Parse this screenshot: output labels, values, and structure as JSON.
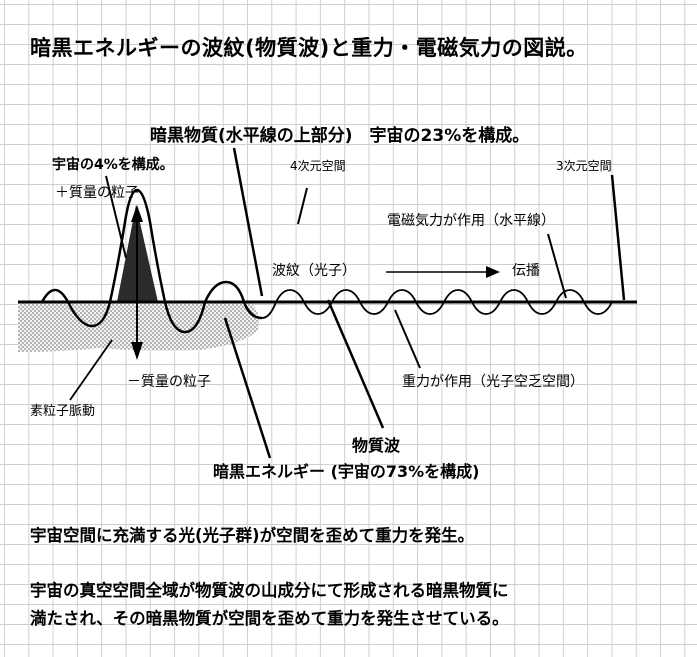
{
  "title": "暗黒エネルギーの波紋(物質波)と重力・電磁気力の図説。",
  "labels": {
    "dark_matter": "暗黒物質(水平線の上部分)　宇宙の23%を構成。",
    "ordinary_matter": "宇宙の4%を構成。",
    "space_4d": "4次元空間",
    "space_3d": "3次元空間",
    "positive_mass_particle": "＋質量の粒子",
    "electromagnetic": "電磁気力が作用（水平線）",
    "ripple_photon": "波紋（光子）",
    "propagation": "伝播",
    "negative_mass_particle": "－質量の粒子",
    "gravity": "重力が作用（光子空乏空間）",
    "elementary_pulse": "素粒子脈動",
    "matter_wave": "物質波",
    "dark_energy": "暗黒エネルギー (宇宙の73%を構成)"
  },
  "paragraphs": [
    "宇宙空間に充満する光(光子群)が空間を歪めて重力を発生。",
    "宇宙の真空空間全域が物質波の山成分にて形成される暗黒物質に",
    "満たされ、その暗黒物質が空間を歪めて重力を発生させている。"
  ]
}
